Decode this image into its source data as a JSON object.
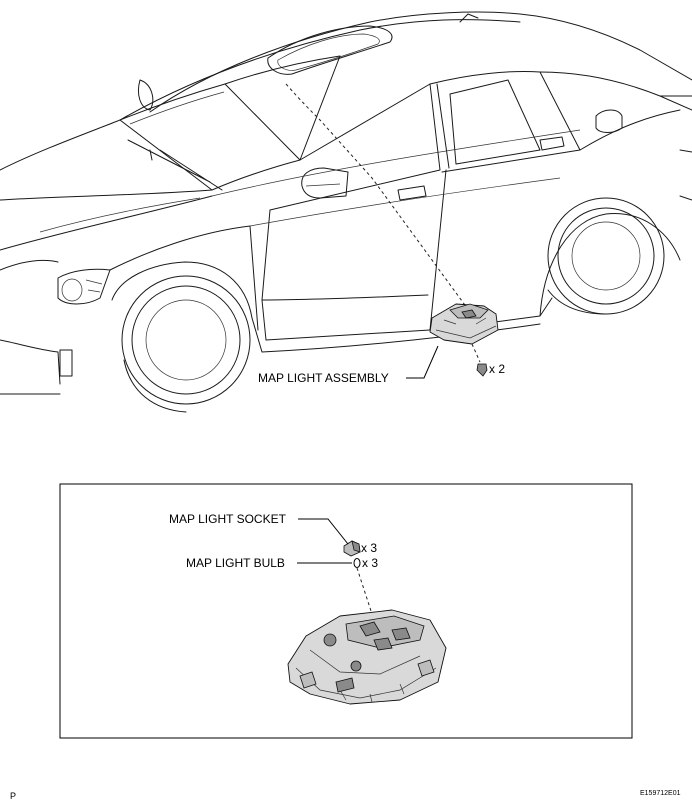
{
  "labels": {
    "map_light_assembly": "MAP LIGHT ASSEMBLY",
    "map_light_socket": "MAP LIGHT SOCKET",
    "map_light_bulb": "MAP LIGHT BULB"
  },
  "quantities": {
    "screw_qty": "x 2",
    "socket_qty": "x 3",
    "bulb_qty": "x 3"
  },
  "footer": {
    "left_code": "P",
    "figure_id": "E159712E01"
  }
}
